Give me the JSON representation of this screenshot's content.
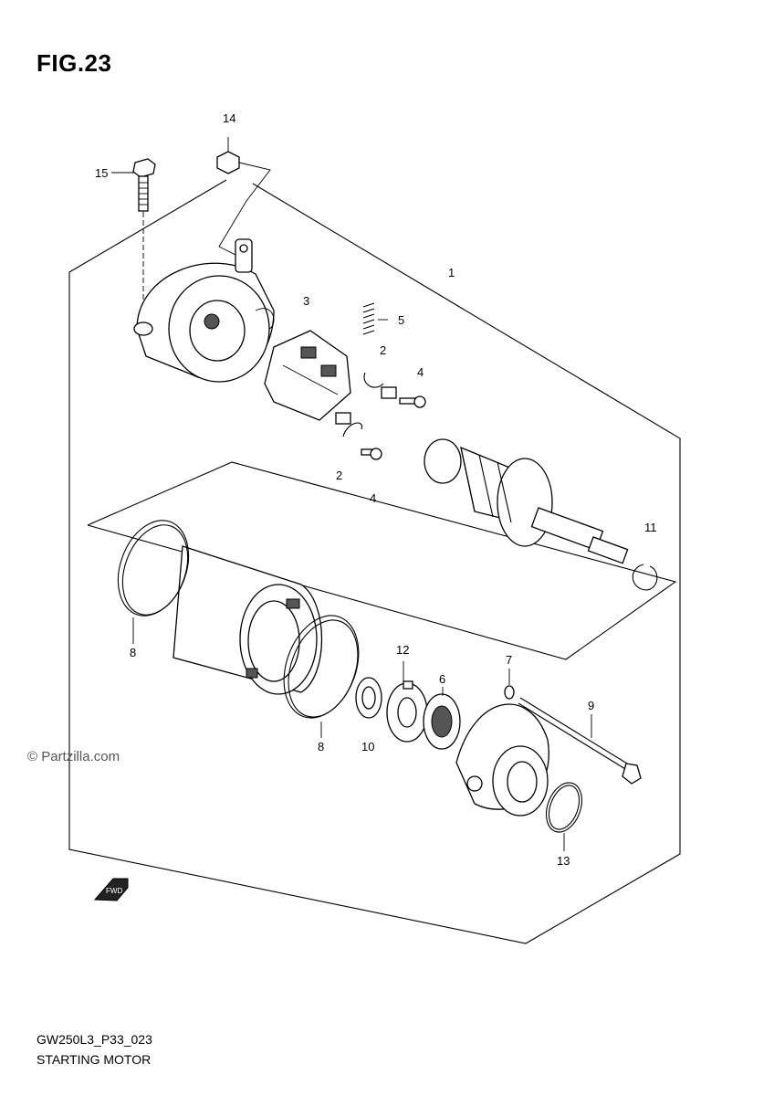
{
  "figure": {
    "title": "FIG.23"
  },
  "footer": {
    "code": "GW250L3_P33_023",
    "caption": "STARTING MOTOR"
  },
  "watermark": "© Partzilla.com",
  "fwd_label": "FWD",
  "callouts": [
    {
      "id": "1",
      "label": "1"
    },
    {
      "id": "2a",
      "label": "2"
    },
    {
      "id": "2b",
      "label": "2"
    },
    {
      "id": "3",
      "label": "3"
    },
    {
      "id": "4a",
      "label": "4"
    },
    {
      "id": "4b",
      "label": "4"
    },
    {
      "id": "5",
      "label": "5"
    },
    {
      "id": "6",
      "label": "6"
    },
    {
      "id": "7",
      "label": "7"
    },
    {
      "id": "8a",
      "label": "8"
    },
    {
      "id": "8b",
      "label": "8"
    },
    {
      "id": "9",
      "label": "9"
    },
    {
      "id": "10",
      "label": "10"
    },
    {
      "id": "11",
      "label": "11"
    },
    {
      "id": "12",
      "label": "12"
    },
    {
      "id": "13",
      "label": "13"
    },
    {
      "id": "14",
      "label": "14"
    },
    {
      "id": "15",
      "label": "15"
    }
  ]
}
